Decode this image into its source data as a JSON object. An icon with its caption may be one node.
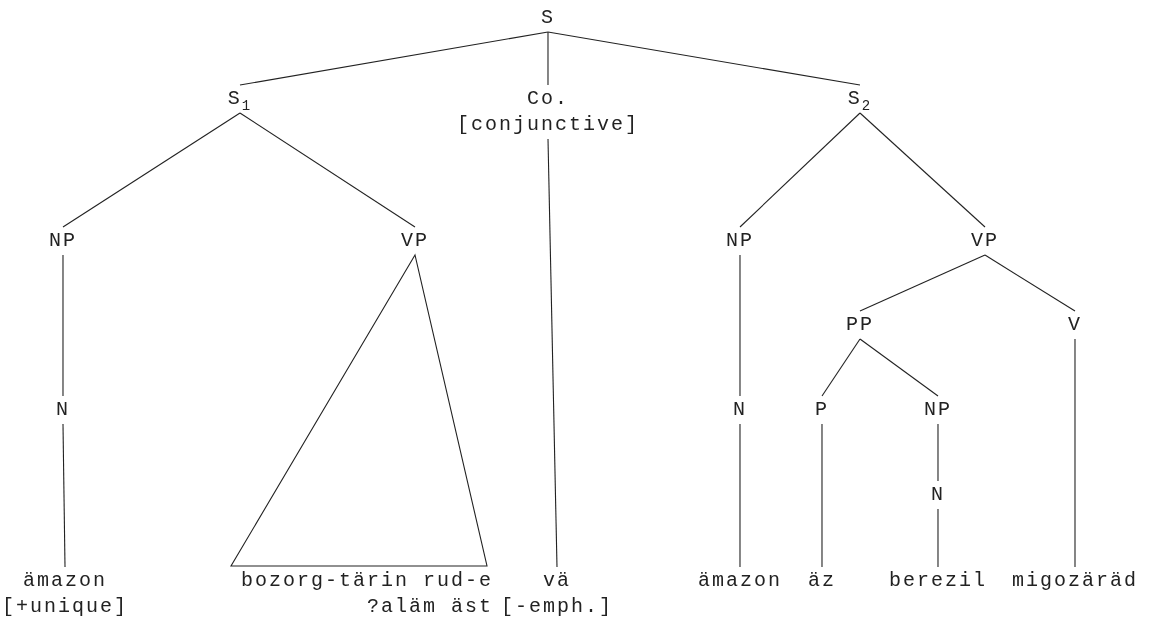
{
  "diagram": {
    "nodes": [
      {
        "text": [
          "S"
        ]
      },
      {
        "text": [
          "S$_{1}$"
        ]
      },
      {
        "text": [
          "Co.",
          "[conjunctive]"
        ]
      },
      {
        "text": [
          "S$_{2}$"
        ]
      },
      {
        "text": [
          "NP"
        ]
      },
      {
        "text": [
          "VP"
        ]
      },
      {
        "text": [
          "NP"
        ]
      },
      {
        "text": [
          "VP"
        ]
      },
      {
        "text": [
          "N"
        ]
      },
      {
        "text": [
          "PP"
        ]
      },
      {
        "text": [
          "V"
        ]
      },
      {
        "text": [
          "N"
        ]
      },
      {
        "text": [
          "P"
        ]
      },
      {
        "text": [
          "NP"
        ]
      },
      {
        "text": [
          "N"
        ]
      },
      {
        "text": [
          "ämazon",
          "[+unique]"
        ]
      },
      {
        "text": [
          "bozorg-tärin rud-e ?aläm äst"
        ]
      },
      {
        "text": [
          "vä",
          "[-emph.]"
        ]
      },
      {
        "text": [
          "ämazon"
        ]
      },
      {
        "text": [
          "äz"
        ]
      },
      {
        "text": [
          "berezil"
        ]
      },
      {
        "text": [
          "migozäräd"
        ]
      }
    ],
    "edges": [
      {
        "from": 0,
        "to": 1,
        "arrow": "none"
      },
      {
        "from": 0,
        "to": 2,
        "arrow": "none"
      },
      {
        "from": 0,
        "to": 3,
        "arrow": "none"
      },
      {
        "from": 1,
        "to": 4,
        "arrow": "none"
      },
      {
        "from": 1,
        "to": 5,
        "arrow": "none"
      },
      {
        "from": 3,
        "to": 6,
        "arrow": "none"
      },
      {
        "from": 3,
        "to": 7,
        "arrow": "none"
      },
      {
        "from": 4,
        "to": 8,
        "arrow": "none"
      },
      {
        "from": 8,
        "to": 15,
        "arrow": "none"
      },
      {
        "from": 5,
        "to": 16,
        "arrow": "none"
      },
      {
        "from": 2,
        "to": 17,
        "arrow": "none"
      },
      {
        "from": 6,
        "to": 11,
        "arrow": "none"
      },
      {
        "from": 11,
        "to": 18,
        "arrow": "none"
      },
      {
        "from": 7,
        "to": 9,
        "arrow": "none"
      },
      {
        "from": 7,
        "to": 10,
        "arrow": "none"
      },
      {
        "from": 9,
        "to": 12,
        "arrow": "none"
      },
      {
        "from": 9,
        "to": 13,
        "arrow": "none"
      },
      {
        "from": 12,
        "to": 19,
        "arrow": "none"
      },
      {
        "from": 13,
        "to": 14,
        "arrow": "none"
      },
      {
        "from": 14,
        "to": 20,
        "arrow": "none"
      },
      {
        "from": 10,
        "to": 21,
        "arrow": "none"
      }
    ]
  }
}
